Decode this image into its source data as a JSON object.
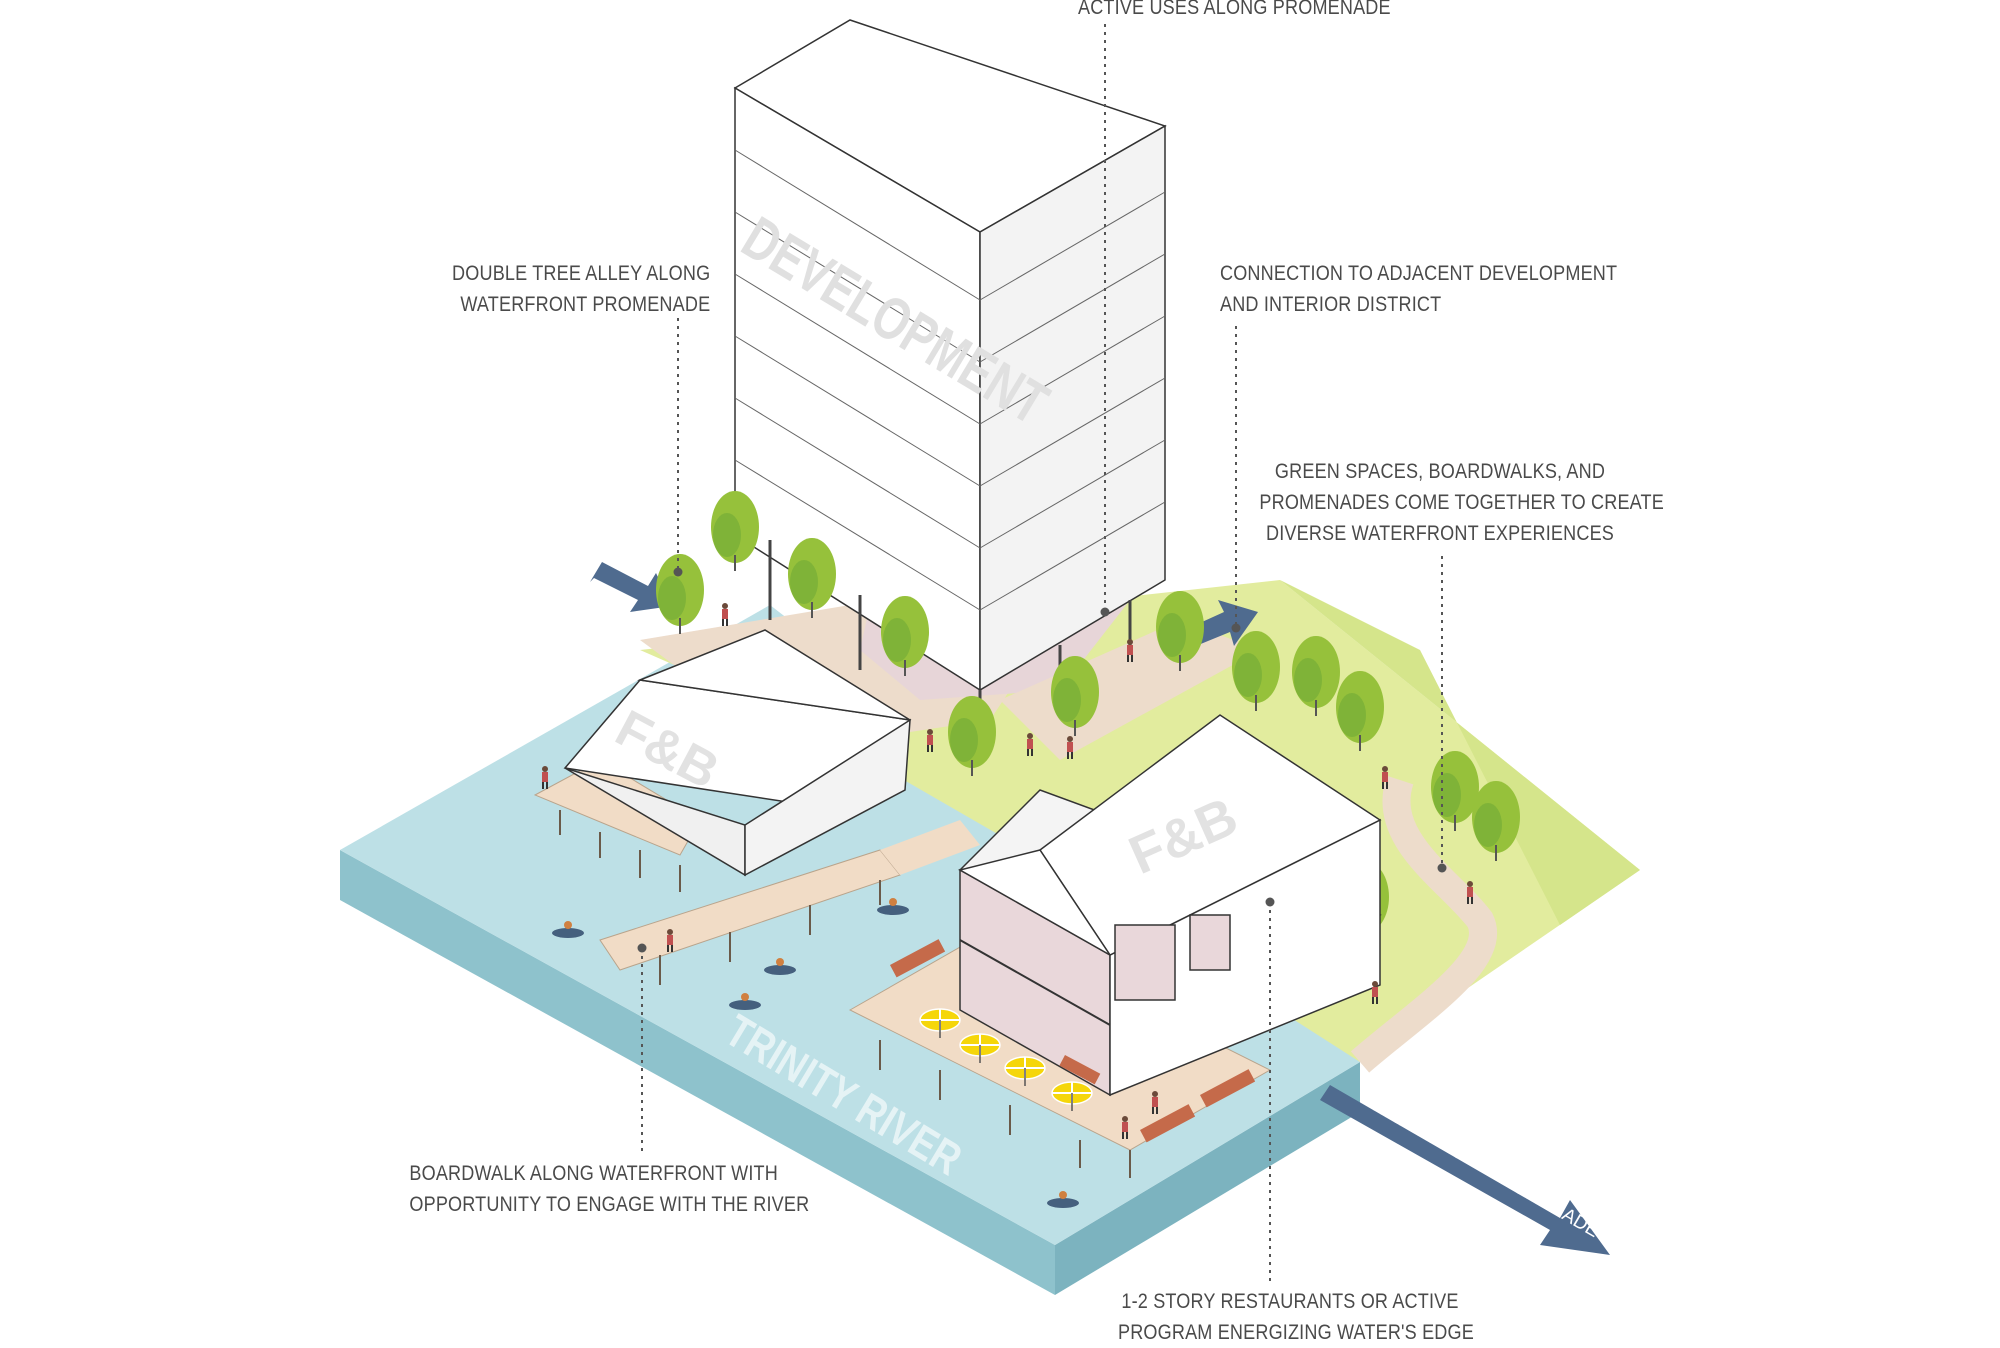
{
  "callouts": {
    "active_uses": {
      "lines": [
        "ACTIVE USES ALONG PROMENADE"
      ]
    },
    "double_tree": {
      "lines": [
        "DOUBLE TREE ALLEY ALONG",
        "WATERFRONT PROMENADE"
      ]
    },
    "connection": {
      "lines": [
        "CONNECTION TO ADJACENT DEVELOPMENT",
        "AND INTERIOR DISTRICT"
      ]
    },
    "green_spaces": {
      "lines": [
        "GREEN SPACES, BOARDWALKS, AND",
        "PROMENADES COME TOGETHER TO CREATE",
        "DIVERSE WATERFRONT EXPERIENCES"
      ]
    },
    "boardwalk": {
      "lines": [
        "BOARDWALK ALONG WATERFRONT WITH",
        "OPPORTUNITY TO ENGAGE WITH THE RIVER"
      ]
    },
    "restaurants": {
      "lines": [
        "1-2 STORY RESTAURANTS OR ACTIVE",
        "PROGRAM ENERGIZING  WATER'S EDGE"
      ]
    }
  },
  "labels": {
    "tower": "DEVELOPMENT",
    "fb_left": "F&B",
    "fb_right": "F&B",
    "river": "TRINITY RIVER",
    "promenade_arrow": "WATERFRONT PROMENADE"
  },
  "colors": {
    "water": "#bde0e6",
    "water_side": "#8ec2cc",
    "grass": "#e2ec9e",
    "path": "#eddccb",
    "deck": "#f1dcc6",
    "plaza": "#e7d5d8",
    "building": "#ffffff",
    "building_side": "#f3f3f3",
    "tree": "#96c13b",
    "tree_dark": "#6ea634",
    "arrow": "#4f6b8f",
    "label_text": "#4a4a4a",
    "ghost_text": "#e0e0e0",
    "umbrella": "#f5d60a"
  }
}
